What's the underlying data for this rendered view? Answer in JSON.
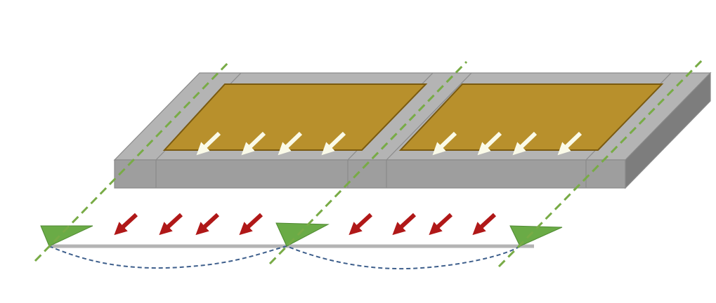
{
  "diagram": {
    "colors": {
      "background": "#ffffff",
      "frame_top": "#b4b4b4",
      "frame_front": "#9e9e9e",
      "frame_side": "#7d7d7d",
      "frame_edge": "#8a8a8a",
      "pad_fill": "#b8902c",
      "pad_border": "#7a5a10",
      "white_arrow": "#fafae8",
      "red_arrow": "#b01818",
      "dashed_line": "#78ab46",
      "marker": "#6aab46",
      "marker_stroke": "#4f8a32",
      "baseline": "#b4b4b4",
      "wave": "#3e5f8c"
    },
    "cells": 2,
    "white_arrows_per_cell": 4,
    "red_arrows_per_span": 4,
    "markers": 3
  }
}
